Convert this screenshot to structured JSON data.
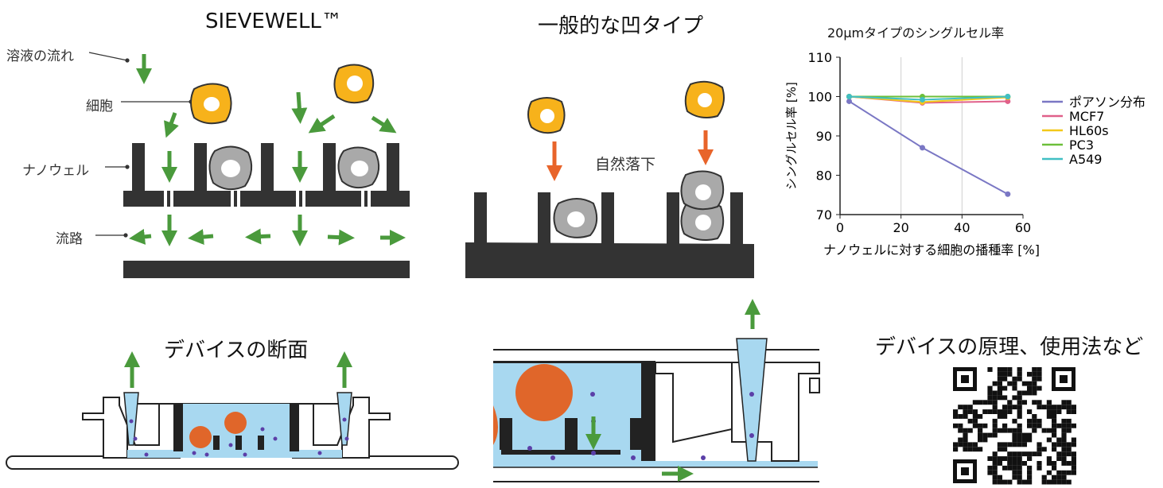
{
  "colors": {
    "wall": "#333333",
    "arrow_green": "#4a9a3c",
    "arrow_orange": "#e8642a",
    "cell_yellow": "#f7b21b",
    "cell_gray": "#a9a9a9",
    "liquid": "#a8d8f0",
    "particle": "#5b3fa8",
    "sphere_orange": "#e0662a"
  },
  "icons": [
    "qr-code-icon"
  ],
  "panel_sievewell": {
    "title": "SIEVEWELL™",
    "labels": {
      "flow": "溶液の流れ",
      "cell": "細胞",
      "nanowell": "ナノウェル",
      "channel": "流路"
    }
  },
  "panel_conventional": {
    "title": "一般的な凹タイプ",
    "label_fall": "自然落下"
  },
  "panel_device": {
    "title": "デバイスの断面"
  },
  "panel_qr": {
    "title": "デバイスの原理、使用法など"
  },
  "chart_data": {
    "type": "line",
    "title": "20µmタイプのシングルセル率",
    "xlabel": "ナノウェルに対する細胞の播種率 [%]",
    "ylabel": "シングルセル率 [%]",
    "xlim": [
      0,
      60
    ],
    "ylim": [
      70,
      110
    ],
    "xticks": [
      "0",
      "20",
      "40",
      "60"
    ],
    "yticks": [
      "70",
      "80",
      "90",
      "100",
      "110"
    ],
    "grid": "vertical",
    "legend_position": "right",
    "x": [
      3,
      27,
      55
    ],
    "series": [
      {
        "name": "ポアソン分布",
        "color": "#7a77c4",
        "values": [
          98.8,
          87,
          75.2
        ]
      },
      {
        "name": "MCF7",
        "color": "#e0608a",
        "values": [
          100,
          98.4,
          98.8
        ]
      },
      {
        "name": "HL60s",
        "color": "#f3c81a",
        "values": [
          100,
          98.6,
          99.8
        ]
      },
      {
        "name": "PC3",
        "color": "#6cbf3a",
        "values": [
          100,
          100,
          100
        ]
      },
      {
        "name": "A549",
        "color": "#41bfc4",
        "values": [
          100,
          99.2,
          100
        ]
      }
    ]
  }
}
